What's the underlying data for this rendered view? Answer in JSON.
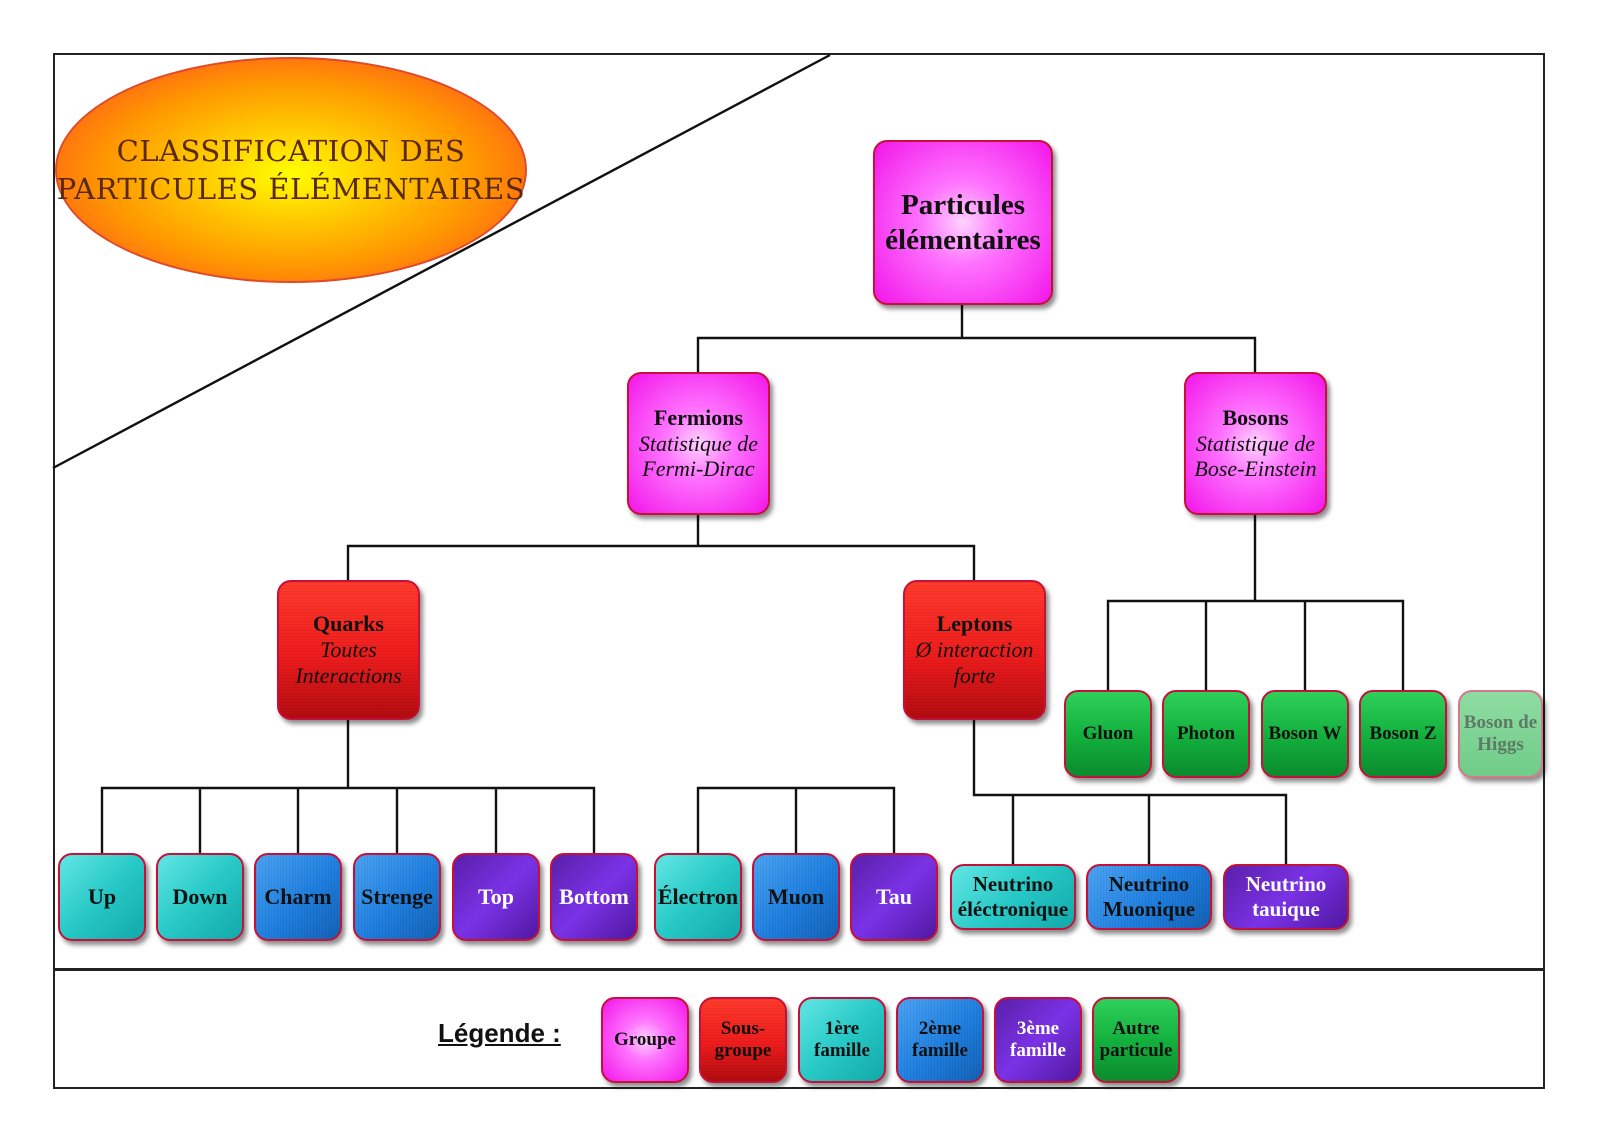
{
  "title": {
    "line1": "CLASSIFICATION DES",
    "line2": "PARTICULES ÉLÉMENTAIRES"
  },
  "tree": {
    "root": {
      "title_line1": "Particules",
      "title_line2": "élémentaires"
    },
    "fermions": {
      "title": "Fermions",
      "subtitle_line1": "Statistique de",
      "subtitle_line2": "Fermi-Dirac"
    },
    "bosons": {
      "title": "Bosons",
      "subtitle_line1": "Statistique de",
      "subtitle_line2": "Bose-Einstein"
    },
    "quarks": {
      "title": "Quarks",
      "subtitle_line1": "Toutes",
      "subtitle_line2": "Interactions"
    },
    "leptons": {
      "title": "Leptons",
      "subtitle_line1": "Ø interaction",
      "subtitle_line2": "forte"
    },
    "quark_list": [
      "Up",
      "Down",
      "Charm",
      "Strenge",
      "Top",
      "Bottom"
    ],
    "lepton_list": [
      "Électron",
      "Muon",
      "Tau"
    ],
    "neutrinos": [
      {
        "line1": "Neutrino",
        "line2": "éléctronique"
      },
      {
        "line1": "Neutrino",
        "line2": "Muonique"
      },
      {
        "line1": "Neutrino",
        "line2": "tauique"
      }
    ],
    "boson_list": [
      "Gluon",
      "Photon",
      "Boson W",
      "Boson Z"
    ],
    "higgs": {
      "line1": "Boson de",
      "line2": "Higgs"
    }
  },
  "legend": {
    "label": "Légende :",
    "items": [
      {
        "line1": "Groupe",
        "line2": ""
      },
      {
        "line1": "Sous-",
        "line2": "groupe"
      },
      {
        "line1": "1ère",
        "line2": "famille"
      },
      {
        "line1": "2ème",
        "line2": "famille"
      },
      {
        "line1": "3ème",
        "line2": "famille"
      },
      {
        "line1": "Autre",
        "line2": "particule"
      }
    ]
  },
  "colors": {
    "groupe": "#f215e9",
    "sous_groupe": "#e8191c",
    "famille_1": "#27c9c6",
    "famille_2": "#1f7fe0",
    "famille_3": "#6a28c8",
    "autre_particule": "#12ae3c",
    "border": "#c4113a"
  }
}
